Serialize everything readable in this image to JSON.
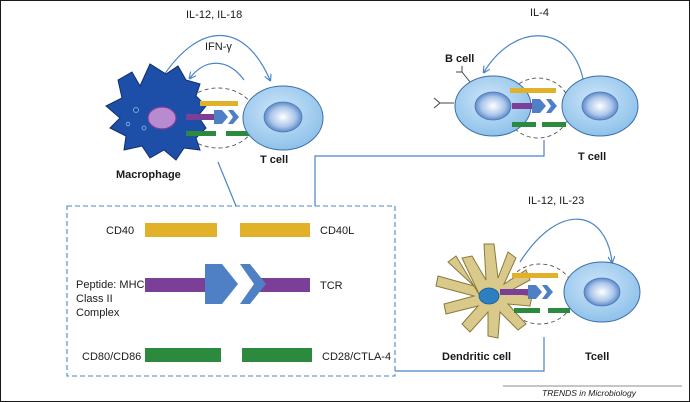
{
  "labels": {
    "il12_il18": "IL-12, IL-18",
    "ifn_gamma": "IFN-γ",
    "il4": "IL-4",
    "il12_il23": "IL-12, IL-23",
    "macrophage": "Macrophage",
    "t_cell_macrophage": "T cell",
    "b_cell": "B cell",
    "t_cell_bcell": "T cell",
    "dendritic_cell": "Dendritic cell",
    "t_cell_dendritic": "Tcell"
  },
  "legend": {
    "cd40": "CD40",
    "cd40l": "CD40L",
    "peptide_mhc": [
      "Peptide: MHC",
      "Class II",
      "Complex"
    ],
    "tcr": "TCR",
    "cd80_cd86": "CD80/CD86",
    "cd28_ctla4": "CD28/CTLA-4"
  },
  "credit": "TRENDS in Microbiology",
  "colors": {
    "cell_fill": "#a9d2f2",
    "nucleus_fill": "#5f8fcb",
    "macrophage_fill": "#1e4fa8",
    "dendritic_fill": "#d9c98a",
    "cd40_yellow": "#e2b12a",
    "tcr_purple": "#7b3f98",
    "mhc_blue": "#4f7fc4",
    "cd28_green": "#2b8a3e",
    "arrow_blue": "#4a84c9"
  }
}
